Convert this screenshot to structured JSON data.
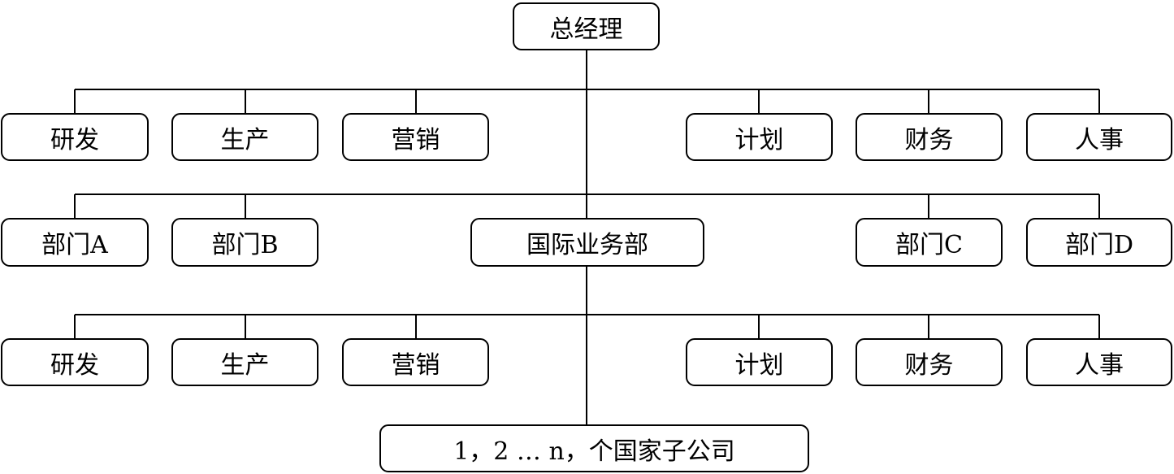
{
  "top": "总经理",
  "level1": [
    "研发",
    "生产",
    "营销",
    "计划",
    "财务",
    "人事"
  ],
  "level2": {
    "dept_a": "部门A",
    "dept_b": "部门B",
    "intl": "国际业务部",
    "dept_c": "部门C",
    "dept_d": "部门D"
  },
  "level3": [
    "研发",
    "生产",
    "营销",
    "计划",
    "财务",
    "人事"
  ],
  "subsidiaries": "1，2 … n，个国家子公司",
  "colors": {
    "line": "#000000",
    "box_border": "#000000",
    "box_fill": "#ffffff"
  }
}
